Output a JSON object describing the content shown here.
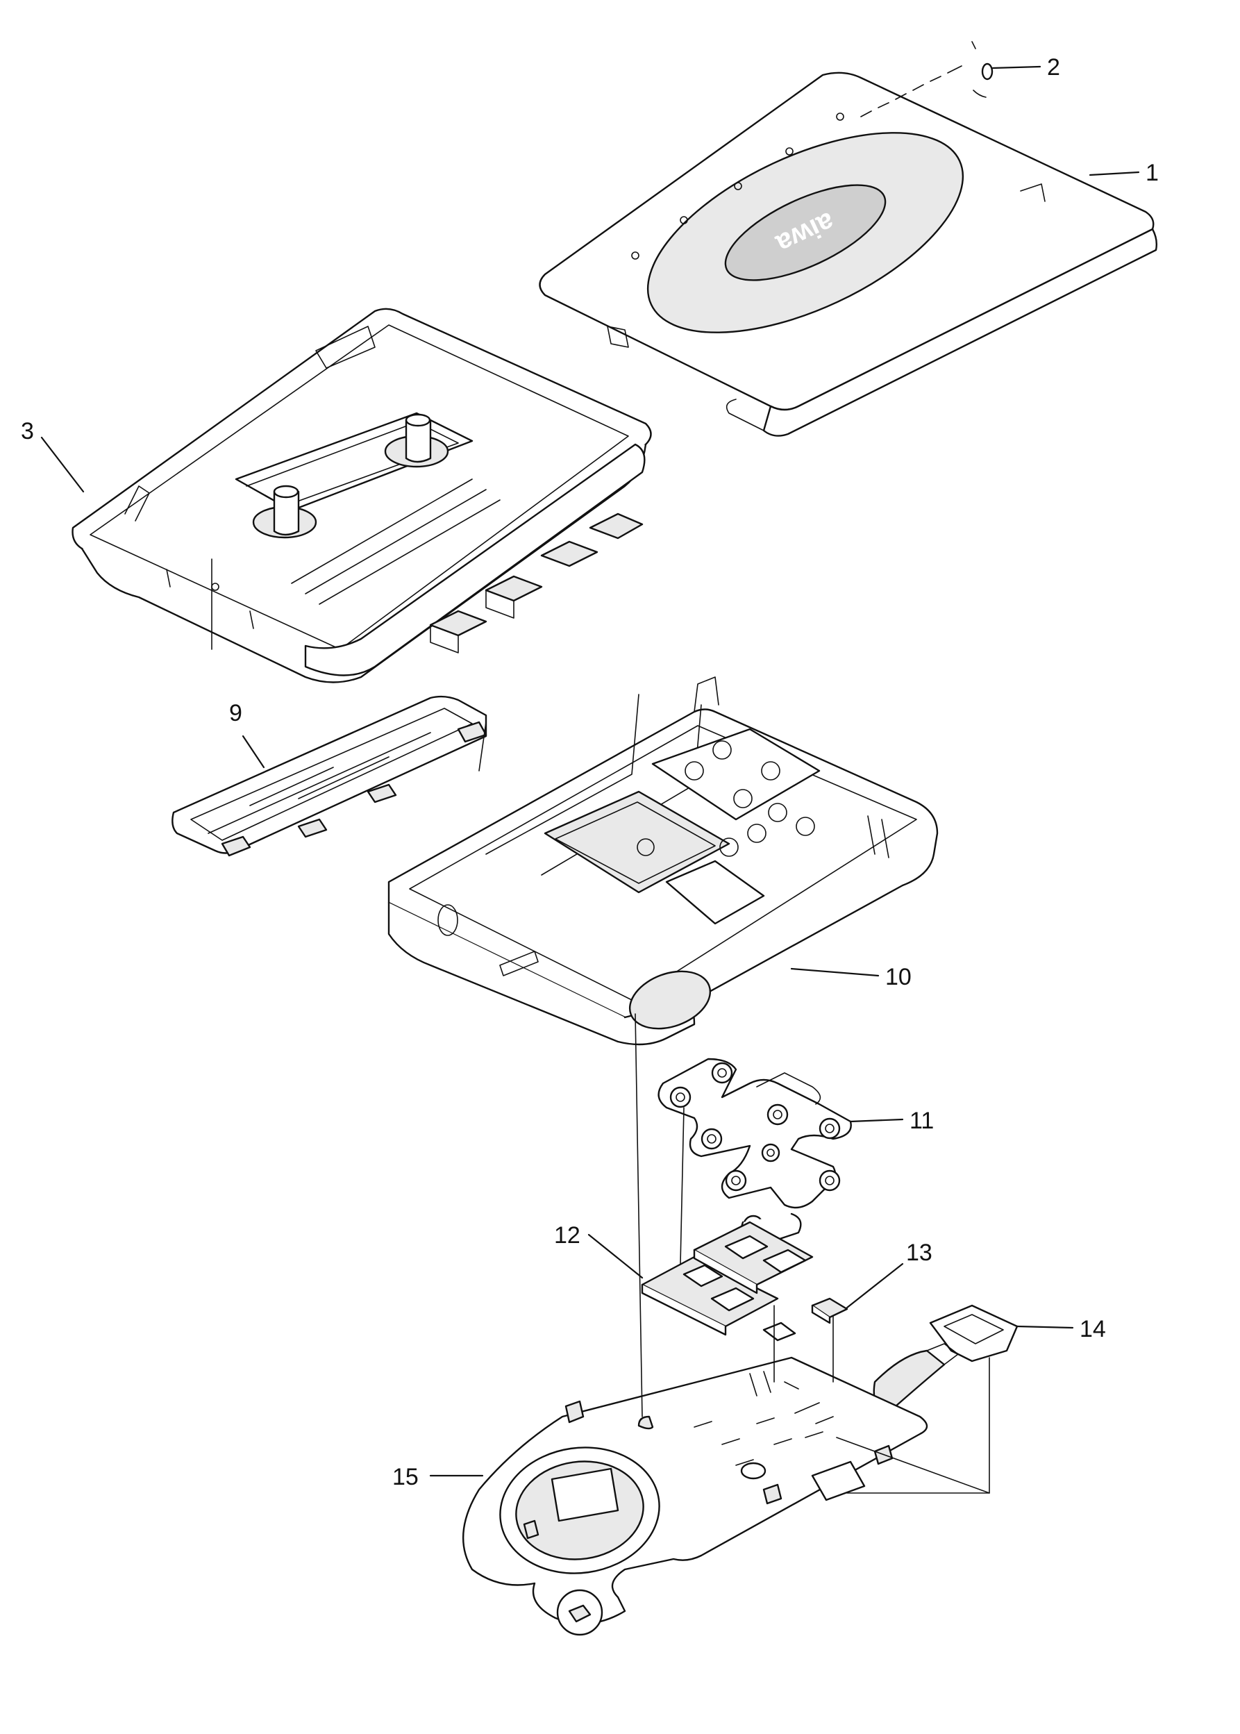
{
  "callouts": {
    "c1": "1",
    "c2": "2",
    "c3": "3",
    "c9": "9",
    "c10": "10",
    "c11": "11",
    "c12": "12",
    "c13": "13",
    "c14": "14",
    "c15": "15"
  },
  "cover_logo": "aiwa",
  "colors": {
    "line": "#111111",
    "background": "#ffffff"
  }
}
